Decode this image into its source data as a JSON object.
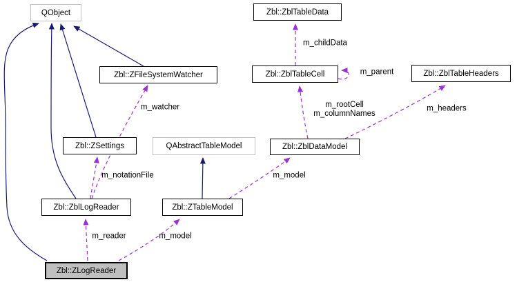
{
  "diagram": {
    "kind": "class-collaboration-graph",
    "colors": {
      "inheritance_edge": "#191970",
      "usage_edge": "#9a32cd",
      "focus_node_fill": "#bfbfbf",
      "external_node_border": "#c0c0c0"
    },
    "nodes": [
      {
        "id": "qobject",
        "label": "QObject",
        "kind": "external"
      },
      {
        "id": "zbltabledata",
        "label": "Zbl::ZblTableData",
        "kind": "class"
      },
      {
        "id": "zfilesystemwatcher",
        "label": "Zbl::ZFileSystemWatcher",
        "kind": "class"
      },
      {
        "id": "zbltablecell",
        "label": "Zbl::ZblTableCell",
        "kind": "class"
      },
      {
        "id": "zbltableheaders",
        "label": "Zbl::ZblTableHeaders",
        "kind": "class"
      },
      {
        "id": "zsettings",
        "label": "Zbl::ZSettings",
        "kind": "class"
      },
      {
        "id": "qabstracttablemodel",
        "label": "QAbstractTableModel",
        "kind": "external"
      },
      {
        "id": "zbldatamodel",
        "label": "Zbl::ZblDataModel",
        "kind": "class"
      },
      {
        "id": "zbllogreader",
        "label": "Zbl::ZblLogReader",
        "kind": "class"
      },
      {
        "id": "ztablemodel",
        "label": "Zbl::ZTableModel",
        "kind": "class"
      },
      {
        "id": "zlogreader",
        "label": "Zbl::ZLogReader",
        "kind": "focus"
      }
    ],
    "edge_labels": {
      "child_data": "m_childData",
      "parent": "m_parent",
      "root_cell": "m_rootCell",
      "column_names": "m_columnNames",
      "headers": "m_headers",
      "watcher": "m_watcher",
      "notation_file": "m_notationFile",
      "reader": "m_reader",
      "model_left": "m_model",
      "model_right": "m_model"
    },
    "edges": [
      {
        "from": "zlogreader",
        "to": "qobject",
        "type": "inheritance"
      },
      {
        "from": "zbllogreader",
        "to": "qobject",
        "type": "inheritance"
      },
      {
        "from": "zsettings",
        "to": "qobject",
        "type": "inheritance"
      },
      {
        "from": "zfilesystemwatcher",
        "to": "qobject",
        "type": "inheritance"
      },
      {
        "from": "ztablemodel",
        "to": "qabstracttablemodel",
        "type": "inheritance"
      },
      {
        "from": "zbltablecell",
        "to": "zbltabledata",
        "type": "usage",
        "label": "m_childData"
      },
      {
        "from": "zbltablecell",
        "to": "zbltablecell",
        "type": "usage",
        "label": "m_parent"
      },
      {
        "from": "zbldatamodel",
        "to": "zbltablecell",
        "type": "usage",
        "label": "m_rootCell m_columnNames"
      },
      {
        "from": "zbldatamodel",
        "to": "zbltableheaders",
        "type": "usage",
        "label": "m_headers"
      },
      {
        "from": "zbllogreader",
        "to": "zfilesystemwatcher",
        "type": "usage",
        "label": "m_watcher"
      },
      {
        "from": "zbllogreader",
        "to": "zsettings",
        "type": "usage",
        "label": "m_notationFile"
      },
      {
        "from": "zlogreader",
        "to": "zbllogreader",
        "type": "usage",
        "label": "m_reader"
      },
      {
        "from": "zlogreader",
        "to": "ztablemodel",
        "type": "usage",
        "label": "m_model"
      },
      {
        "from": "ztablemodel",
        "to": "zbldatamodel",
        "type": "usage",
        "label": "m_model"
      }
    ]
  }
}
